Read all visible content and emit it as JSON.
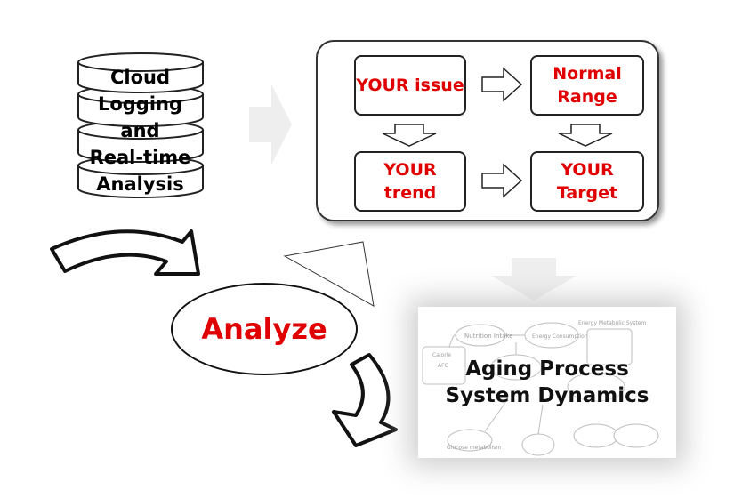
{
  "database": {
    "lines": [
      "Cloud",
      "Logging",
      "and",
      "Real-time",
      "Analysis"
    ]
  },
  "flow": {
    "your_issue": "YOUR issue",
    "normal_range": "Normal Range",
    "your_trend": "YOUR trend",
    "your_target": "YOUR Target"
  },
  "analyze": "Analyze",
  "aging": {
    "title_line1": "Aging Process",
    "title_line2": "System Dynamics",
    "nodes": [
      "Nutrition Intake",
      "Energy Consumption",
      "Energy Metabolic System",
      "Calorie",
      "AFC",
      "Glucose metabolism"
    ]
  },
  "colors": {
    "accent": "#e00000",
    "arrow_gray": "#eeeeee"
  }
}
